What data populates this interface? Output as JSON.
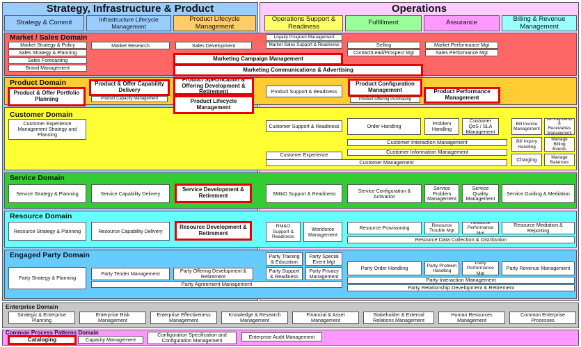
{
  "titles": {
    "sip": "Strategy, Infrastructure & Product",
    "ops": "Operations"
  },
  "columns": {
    "sc": "Strategy & Commit",
    "ilm": "Infrastructure Lifecycle Management",
    "plm": "Product Lifecycle Management",
    "osr": "Operations Support & Readiness",
    "ful": "Fulfillment",
    "ass": "Assurance",
    "brm": "Billing & Revenue Management"
  },
  "domains": {
    "market": "Market / Sales Domain",
    "product": "Product Domain",
    "customer": "Customer Domain",
    "service": "Service Domain",
    "resource": "Resource Domain",
    "party": "Engaged Party Domain",
    "enterprise": "Enterprise Domain",
    "common": "Common Process Patterns Domain"
  },
  "market": {
    "msp": "Market Strategy & Policy",
    "ssp": "Sales Strategy & Planning",
    "sf": "Sales Forecasting",
    "bm": "Brand Management",
    "mr": "Market Research",
    "sd": "Sales Development",
    "lpm": "Loyalty Program Management",
    "mssr": "Market Sales Support & Readiness",
    "selling": "Selling",
    "clpm": "Contact/Lead/Prospect Mgt",
    "mpm": "Market Performance Mgt",
    "spm": "Sales Performance Mgt",
    "mcm": "Marketing Campaign Management",
    "mca": "Marketing Communications & Advertising"
  },
  "product": {
    "popp": "Product & Offer Portfolio Planning",
    "pocd": "Product & Offer Capability Delivery",
    "pcm": "Product Capacity Management",
    "psod": "Product Specification & Offering Development & Retirement",
    "plm": "Product Lifecycle Management",
    "psr": "Product Support & Readiness",
    "pconf": "Product Configuration Management",
    "pop": "Product Offering Purchasing",
    "pperf": "Product Performance Management"
  },
  "customer": {
    "cems": "Customer Experience Management Strategy and Planning",
    "csr": "Customer Support & Readiness",
    "oh": "Order Handling",
    "ph": "Problem Handling",
    "cqos": "Customer QoS / SLA Management",
    "bim": "Bill Invoice Management",
    "bprm": "Bill Payments & Receivables Management",
    "bih": "Bill Inquiry Handling",
    "mbe": "Manage Billing Events",
    "charging": "Charging",
    "mb": "Manage Balances",
    "cim": "Customer Interaction Management",
    "cinfo": "Customer Information Management",
    "cem": "Customer Experience Management",
    "cm": "Customer Management"
  },
  "service": {
    "ssp": "Service Strategy & Planning",
    "scd": "Service Capability Delivery",
    "sdr": "Service Development & Retirement",
    "smo": "SM&O Support & Readiness",
    "sca": "Service Configuration & Activation",
    "spm": "Service Problem Management",
    "sqm": "Service Quality Management",
    "sgm": "Service Guiding & Mediation"
  },
  "resource": {
    "rsp": "Resource Strategy & Planning",
    "rcd": "Resource Capability Delivery",
    "rdr": "Resource Development & Retirement",
    "rmo": "RM&O Support & Readiness",
    "wm": "Workforce Management",
    "rp": "Resource Provisioning",
    "rtm": "Resource Trouble Mgt",
    "rpm": "Resource Performance Mgt",
    "rmr": "Resource Mediation & Reporting",
    "rdcd": "Resource Data Collection & Distribution"
  },
  "party": {
    "psp": "Party Strategy & Planning",
    "ptm": "Party Tender Management",
    "podr": "Party Offering Development & Retirement",
    "pam": "Party Agreement Management",
    "pte": "Party Training & Education",
    "psem": "Party Special Event Mgt",
    "psr": "Party Support & Readiness",
    "ppm": "Party Privacy Management",
    "pohh": "Party Order Handling",
    "pph": "Party Problem Handling",
    "pperf": "Party Performance Mgt",
    "prm": "Party Revenue Management",
    "pim": "Party Interaction Management",
    "prdr": "Party Relationship Development & Retirement"
  },
  "enterprise": {
    "sep": "Strategic & Enterprise Planning",
    "erm": "Enterprise Risk Management",
    "eem": "Enterprise Effectiveness Management",
    "krm": "Knowledge & Research Management",
    "fam": "Financial & Asset Management",
    "serm": "Stakeholder & External Relations Management",
    "hrm": "Human Resources Management",
    "cep": "Common Enterprise Processes"
  },
  "common": {
    "cat": "Cataloging",
    "cap": "Capacity Management",
    "cscm": "Configuration Specification and Configuration Management",
    "eam": "Enterprise Audit Management"
  }
}
